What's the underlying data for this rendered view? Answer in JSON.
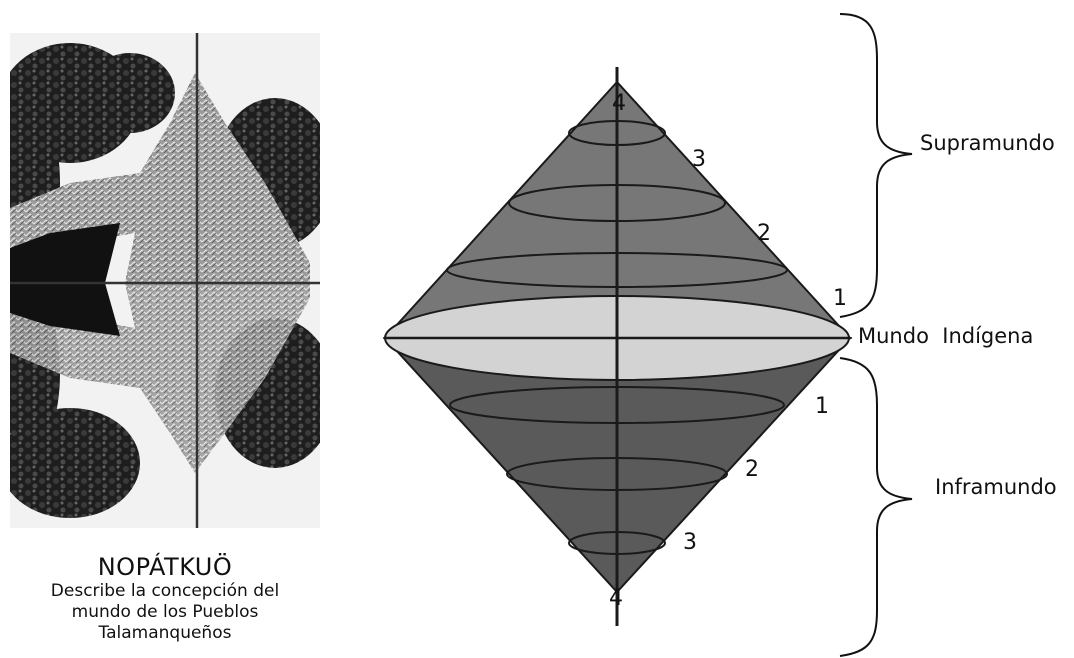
{
  "caption": {
    "title": "NOPÁTKUÖ",
    "lines": [
      "Describe la concepción del",
      "mundo de los Pueblos",
      "Talamanqueños"
    ]
  },
  "regions": {
    "upper": "Supramundo",
    "middle": "Mundo  Indígena",
    "lower": "Inframundo"
  },
  "upper_levels": [
    "4",
    "3",
    "2",
    "1"
  ],
  "lower_levels": [
    "1",
    "2",
    "3",
    "4"
  ],
  "colors": {
    "upper_cone": "#777777",
    "lower_cone": "#5a5a5a",
    "middle_disk": "#d3d3d3",
    "outline": "#1a1a1a"
  }
}
